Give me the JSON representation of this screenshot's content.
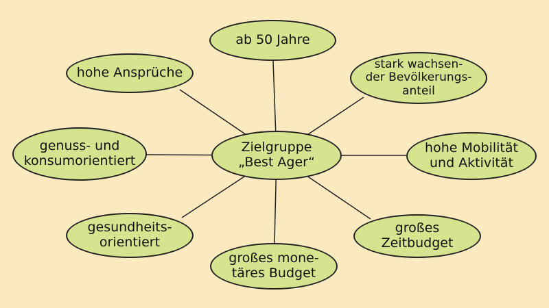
{
  "diagram": {
    "center": {
      "lines": [
        "Zielgruppe",
        "„Best Ager“"
      ]
    },
    "nodes": [
      {
        "lines": [
          "ab 50 Jahre"
        ]
      },
      {
        "lines": [
          "stark wachsen-",
          "der Bevölkerungs-",
          "anteil"
        ]
      },
      {
        "lines": [
          "hohe Mobilität",
          "und Aktivität"
        ]
      },
      {
        "lines": [
          "großes",
          "Zeitbudget"
        ]
      },
      {
        "lines": [
          "großes mone-",
          "täres Budget"
        ]
      },
      {
        "lines": [
          "gesundheits-",
          "orientiert"
        ]
      },
      {
        "lines": [
          "genuss- und",
          "konsumorientiert"
        ]
      },
      {
        "lines": [
          "hohe Ansprüche"
        ]
      }
    ],
    "colors": {
      "background": "#fbe9c0",
      "node_fill": "#d6e38f",
      "outline": "#222222"
    }
  }
}
